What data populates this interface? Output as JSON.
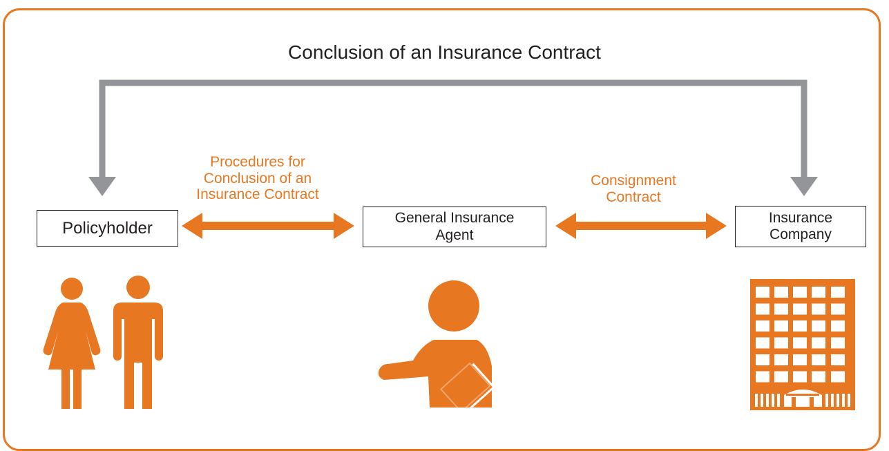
{
  "title": "Conclusion of an Insurance Contract",
  "nodes": {
    "policyholder": {
      "label": "Policyholder"
    },
    "agent": {
      "line1": "General Insurance",
      "line2": "Agent"
    },
    "company": {
      "line1": "Insurance",
      "line2": "Company"
    }
  },
  "edges": {
    "procedures": {
      "line1": "Procedures for",
      "line2": "Conclusion of an",
      "line3": "Insurance Contract"
    },
    "consignment": {
      "line1": "Consignment",
      "line2": "Contract"
    }
  },
  "colors": {
    "accent": "#E87722",
    "connector": "#939598",
    "text": "#231f20"
  },
  "icons": {
    "policyholder": "people-icon",
    "agent": "agent-icon",
    "company": "building-icon"
  }
}
